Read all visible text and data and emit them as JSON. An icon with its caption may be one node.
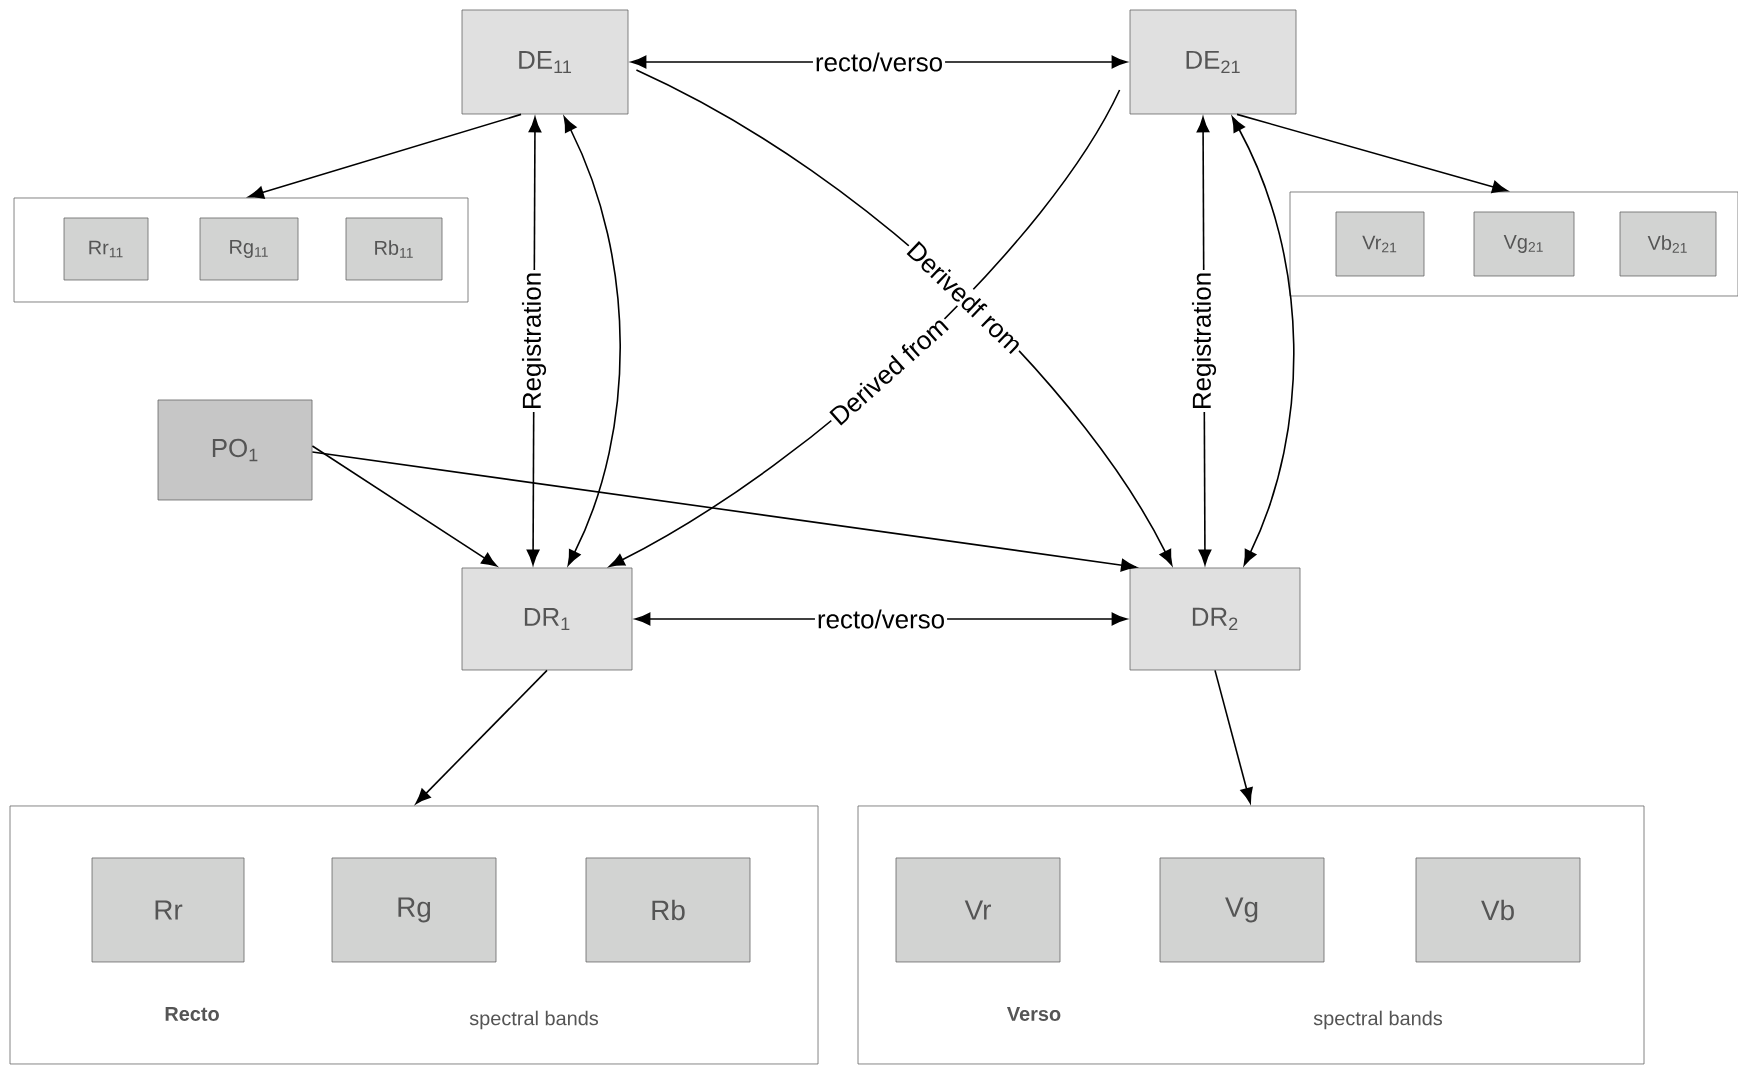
{
  "diagram": {
    "nodes": [
      {
        "text": [
          "DE$_{11}$"
        ]
      },
      {
        "text": [
          "DE$_{21}$"
        ]
      },
      {
        "text": [],
        "shape": "box"
      },
      {
        "text": [
          "Rr$_{11}$"
        ],
        "in": 2
      },
      {
        "text": [
          "Rg$_{11}$"
        ],
        "in": 2
      },
      {
        "text": [
          "Rb$_{11}$"
        ],
        "in": 2
      },
      {
        "text": [],
        "shape": "box"
      },
      {
        "text": [
          "Vr$_{21}$"
        ],
        "in": 6
      },
      {
        "text": [
          "Vg$_{21}$"
        ],
        "in": 6
      },
      {
        "text": [
          "Vb$_{21}$"
        ],
        "in": 6
      },
      {
        "text": [
          "PO$_{1}$"
        ]
      },
      {
        "text": [
          "DR$_{1}$"
        ]
      },
      {
        "text": [
          "DR$_{2}$"
        ]
      },
      {
        "text": [
          "Recto",
          "spectral bands"
        ]
      },
      {
        "text": [
          "Rr"
        ],
        "in": 13
      },
      {
        "text": [
          "Rg"
        ],
        "in": 13
      },
      {
        "text": [
          "Rb"
        ],
        "in": 13
      },
      {
        "text": [
          "Verso",
          "spectral bands"
        ]
      },
      {
        "text": [
          "Vr"
        ],
        "in": 17
      },
      {
        "text": [
          "Vg"
        ],
        "in": 17
      },
      {
        "text": [
          "Vb"
        ],
        "in": 17
      }
    ],
    "edges": [
      {
        "from": 0,
        "to": 1,
        "arrow": "both",
        "label": "recto/verso"
      },
      {
        "from": 0,
        "to": 2,
        "arrow": "to"
      },
      {
        "from": 1,
        "to": 6,
        "arrow": "to"
      },
      {
        "from": 0,
        "to": 11,
        "arrow": "both",
        "label": "Registration"
      },
      {
        "from": 0,
        "to": 11,
        "arrow": "both"
      },
      {
        "from": 1,
        "to": 12,
        "arrow": "both",
        "label": "Registration"
      },
      {
        "from": 1,
        "to": 12,
        "arrow": "both"
      },
      {
        "from": 0,
        "to": 12,
        "arrow": "to",
        "label": "Derivedf rom"
      },
      {
        "from": 1,
        "to": 11,
        "arrow": "to",
        "label": "Derived from"
      },
      {
        "from": 10,
        "to": 11,
        "arrow": "to"
      },
      {
        "from": 10,
        "to": 12,
        "arrow": "to"
      },
      {
        "from": 11,
        "to": 12,
        "arrow": "both",
        "label": "recto/verso"
      },
      {
        "from": 11,
        "to": 13,
        "arrow": "to"
      },
      {
        "from": 12,
        "to": 17,
        "arrow": "to"
      }
    ]
  }
}
